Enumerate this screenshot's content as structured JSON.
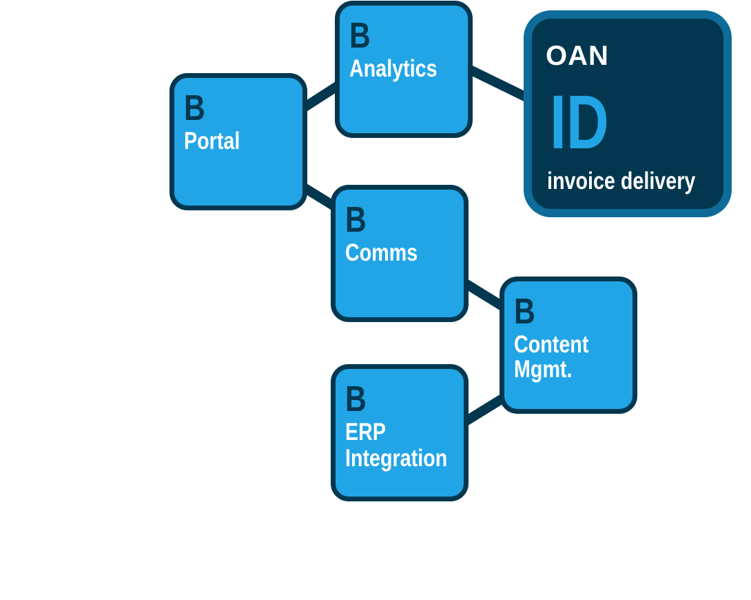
{
  "colors": {
    "node_fill": "#21a5e6",
    "node_border": "#03374f",
    "highlight_fill": "#03374f",
    "highlight_border": "#0e6b9a"
  },
  "nodes": {
    "portal": {
      "badge": "B",
      "label": "Portal"
    },
    "analytics": {
      "badge": "B",
      "label": "Analytics"
    },
    "comms": {
      "badge": "B",
      "label": "Comms"
    },
    "content": {
      "badge": "B",
      "label1": "Content",
      "label2": "Mgmt."
    },
    "erp": {
      "badge": "B",
      "label1": "ERP",
      "label2": "Integration"
    }
  },
  "highlight": {
    "title": "OAN",
    "code": "ID",
    "label": "invoice delivery"
  }
}
